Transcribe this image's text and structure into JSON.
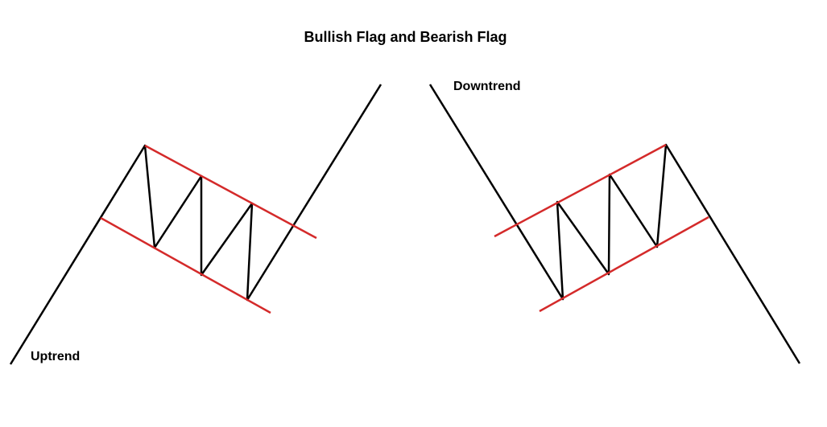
{
  "title": "Bullish Flag and Bearish Flag",
  "labels": {
    "downtrend": "Downtrend",
    "uptrend": "Uptrend"
  },
  "colors": {
    "trend": "#000000",
    "channel": "#d42a2a"
  }
}
